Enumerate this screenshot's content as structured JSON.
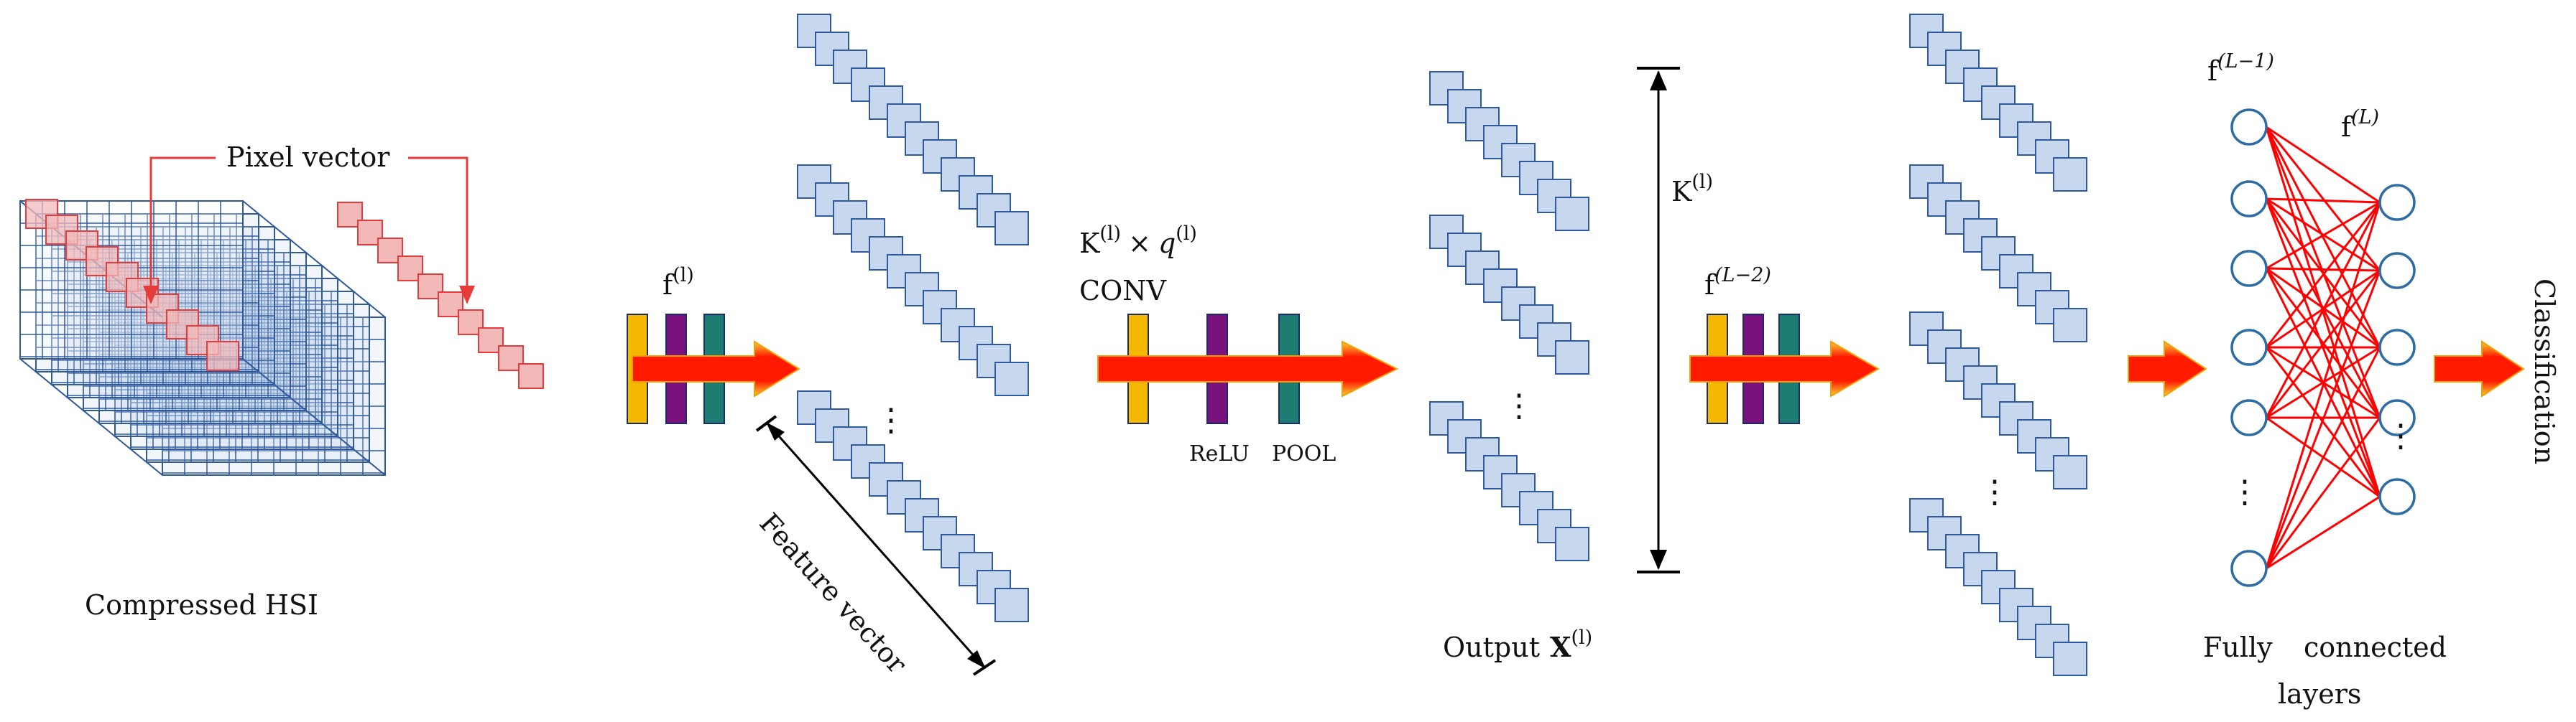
{
  "labels": {
    "pixel_vector": "Pixel vector",
    "compressed_hsi": "Compressed HSI",
    "feature_vector": "Feature vector",
    "conv": "CONV",
    "relu": "ReLU",
    "pool": "POOL",
    "output": "Output",
    "fully": "Fully",
    "connected": "connected",
    "layers": "layers",
    "classification": "Classification",
    "ellipsis": "⋮"
  },
  "math": {
    "f_base": "f",
    "K_base": "K",
    "X_base": "X",
    "times": "×",
    "q": "q",
    "sup_l": "(l)",
    "sup_L2": "(L−2)",
    "sup_L1": "(L−1)",
    "sup_L": "(L)"
  },
  "colors": {
    "grid_blue": "#2f5a9e",
    "cube_fill": "#c6d7ee",
    "pixel_red": "#e53b3b",
    "pixel_fill": "#f3b9b9",
    "filter_yellow": "#f5b800",
    "filter_purple": "#7a127e",
    "filter_teal": "#1d7d72",
    "arrow_red": "#ff1a00",
    "arrow_yellow": "#ffd23a",
    "node_blue": "#2e6da4",
    "edge_red": "#ff0000"
  },
  "network": {
    "layer_a_nodes": 6,
    "layer_b_nodes": 5
  }
}
